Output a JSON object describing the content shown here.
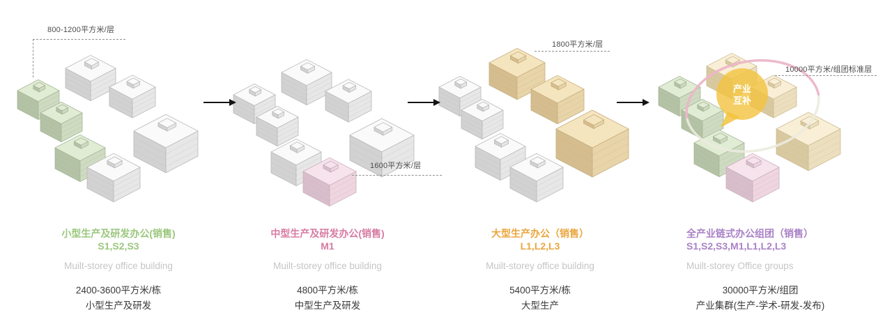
{
  "panels": [
    {
      "annotation": "800-1200平方米/层",
      "title": "小型生产及研发办公(销售)",
      "subtitle": "S1,S2,S3",
      "type_en": "Muilt-storey office building",
      "area": "2400-3600平方米/栋",
      "description": "小型生产及研发",
      "accent_color": "#9ac77c"
    },
    {
      "annotation": "1600平方米/层",
      "title": "中型生产及研发办公(销售)",
      "subtitle": "M1",
      "type_en": "Muilt-storey office building",
      "area": "4800平方米/栋",
      "description": "中型生产及研发",
      "accent_color": "#d77ba3"
    },
    {
      "annotation": "1800平方米/层",
      "title": "大型生产办公（销售）",
      "subtitle": "L1,L2,L3",
      "type_en": "Muilt-storey office building",
      "area": "5400平方米/栋",
      "description": "大型生产",
      "accent_color": "#eaa63e"
    },
    {
      "annotation": "10000平方米/组团标准层",
      "title": "全产业链式办公组团（销售）",
      "subtitle": "S1,S2,S3,M1,L1,L2,L3",
      "type_en": "Muilt-storey Office groups",
      "area": "30000平方米/组团",
      "description": "产业集群(生产-学术-研发-发布)",
      "accent_color": "#a981c6"
    }
  ],
  "bubble": {
    "line1": "产业",
    "line2": "互补",
    "fill": "#f2c33e",
    "text_color": "#ffffff"
  },
  "building_colors": {
    "white": {
      "top": "#fafafa",
      "left": "#d2d2d2",
      "right": "#e7e7e7",
      "stroke": "#b9b9b9"
    },
    "green": {
      "top": "#e1ecd4",
      "left": "#b4c2a5",
      "right": "#cedbc1",
      "stroke": "#a7b698"
    },
    "pink": {
      "top": "#f6e3ec",
      "left": "#d8becb",
      "right": "#eed5df",
      "stroke": "#c9afbc"
    },
    "orange": {
      "top": "#f5e5bf",
      "left": "#d5bd8f",
      "right": "#e8d4a9",
      "stroke": "#c6ae7e"
    },
    "orangeLight": {
      "top": "#f9eed6",
      "left": "#d9c9a1",
      "right": "#ecdfbf",
      "stroke": "#cbbc92"
    }
  },
  "ring_colors": {
    "top": "#ecb6c8",
    "bottom": "#ebebdf"
  },
  "arrow_color": "#141414",
  "text_colors": {
    "muted": "#c5c5c5",
    "dark": "#3a3a3a",
    "annotation": "#4b4b4b"
  }
}
